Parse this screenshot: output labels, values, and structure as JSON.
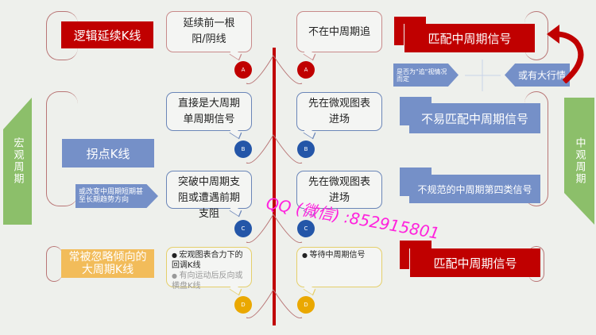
{
  "left": {
    "banner_logic": "逻辑延续K线",
    "banner_turn": "拐点K线",
    "arrow_change": "或改变中周期短期甚至长期趋势方向",
    "banner_ignored": "常被忽略倾向的大周期K线",
    "side_label": "宏观周期"
  },
  "callouts_left": {
    "a": "延续前一根阳/阴线",
    "b": "直接是大周期单周期信号",
    "c": "突破中周期支阻或遭遇前期支阻",
    "d_items": [
      "宏观图表合力下的回调K线",
      "有向运动后反向或横盘K线"
    ]
  },
  "callouts_right": {
    "a": "不在中周期追",
    "b": "先在微观图表进场",
    "c": "先在微观图表进场",
    "d_items": [
      "等待中周期信号"
    ]
  },
  "markers": {
    "a": "A",
    "b": "B",
    "c": "C",
    "d": "D"
  },
  "right": {
    "banner_match_top": "匹配中周期信号",
    "arrow_chase": "是否为\"追\"视情况而定",
    "arrow_trend": "或有大行情",
    "banner_hard": "不易匹配中周期信号",
    "banner_fourth": "不规范的中周期第四类信号",
    "banner_match_bottom": "匹配中周期信号",
    "side_label": "中观周期"
  },
  "watermark": "QQ (微信) :852915801",
  "colors": {
    "red": "#c00000",
    "blue": "#7590c8",
    "yellow": "#f2bc5a",
    "green": "#8cbf6a"
  }
}
